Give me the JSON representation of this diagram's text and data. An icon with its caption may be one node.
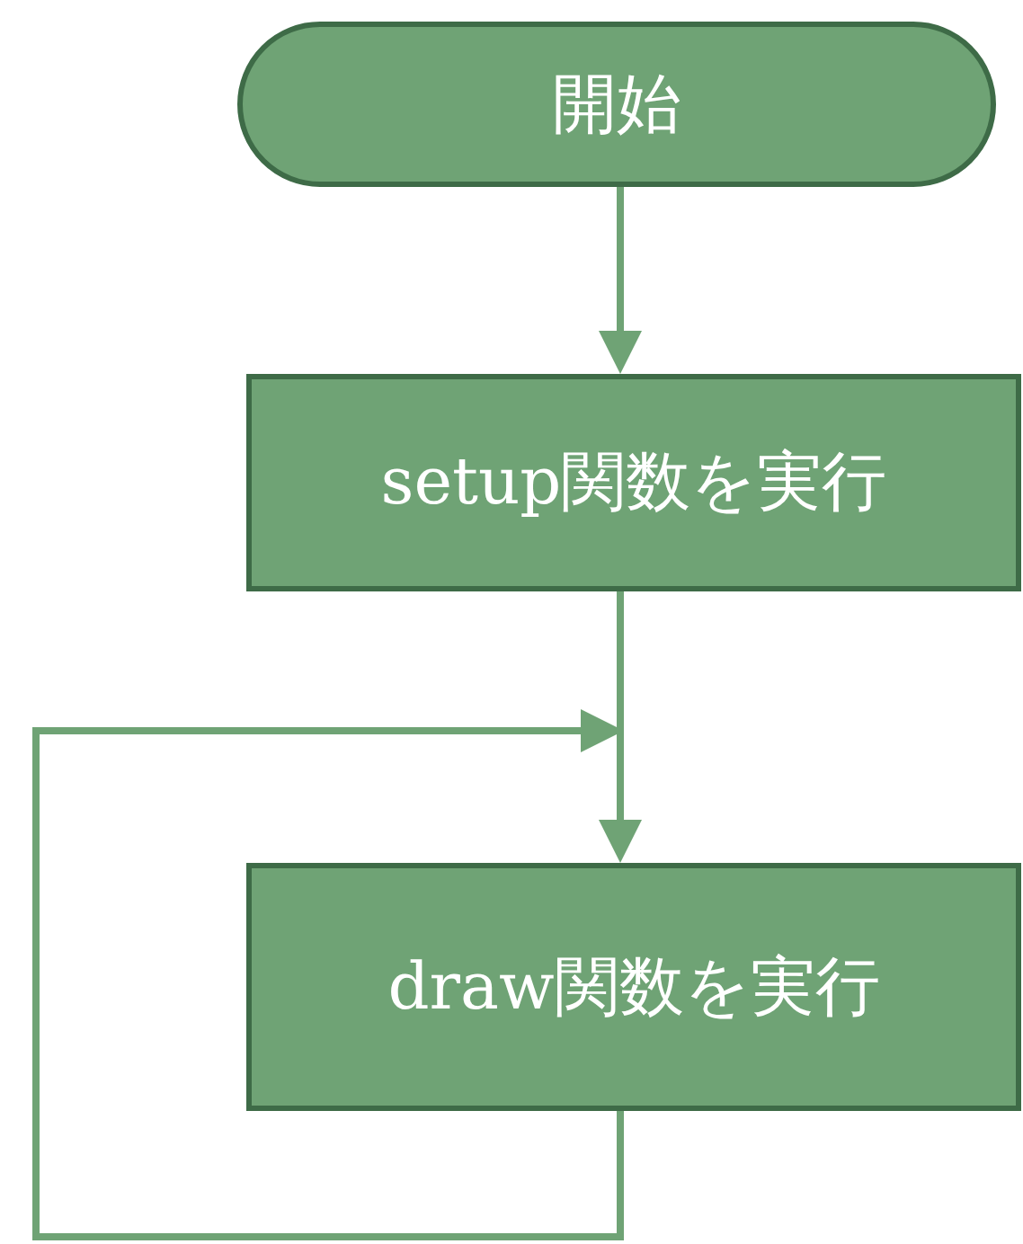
{
  "diagram": {
    "nodes": [
      {
        "text": [
          "開始"
        ]
      },
      {
        "text": [
          "setup関数を実行"
        ]
      },
      {
        "text": [
          "draw関数を実行"
        ]
      }
    ],
    "edges": [
      {
        "from": 0,
        "to": 1,
        "arrow": "to"
      },
      {
        "from": 1,
        "to": 2,
        "arrow": "to"
      },
      {
        "from": 2,
        "to": 2,
        "arrow": "to"
      }
    ]
  }
}
